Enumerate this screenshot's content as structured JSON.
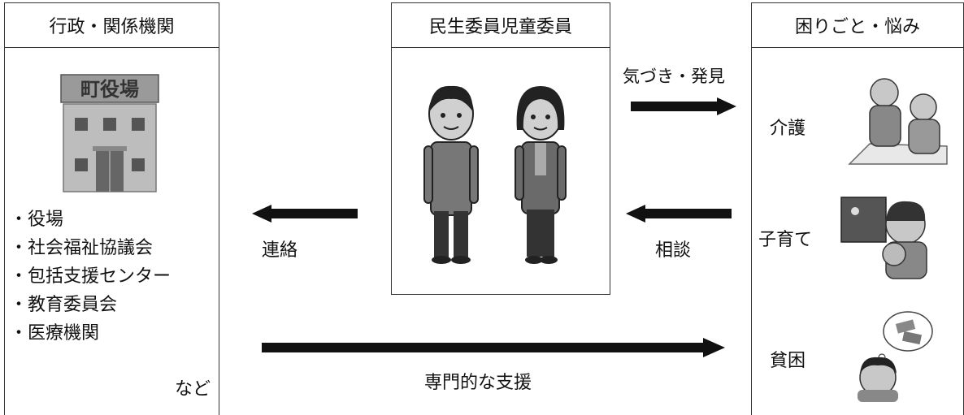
{
  "left": {
    "header": "行政・関係機関",
    "building_sign": "町役場",
    "items": [
      "役場",
      "社会福祉協議会",
      "包括支援センター",
      "教育委員会",
      "医療機関"
    ],
    "suffix": "など"
  },
  "center": {
    "header": "民生委員児童委員"
  },
  "right": {
    "header": "困りごと・悩み",
    "items": [
      "介護",
      "子育て",
      "貧困"
    ]
  },
  "arrows": {
    "discovery": "気づき・発見",
    "consultation": "相談",
    "contact": "連絡",
    "support": "専門的な支援"
  }
}
